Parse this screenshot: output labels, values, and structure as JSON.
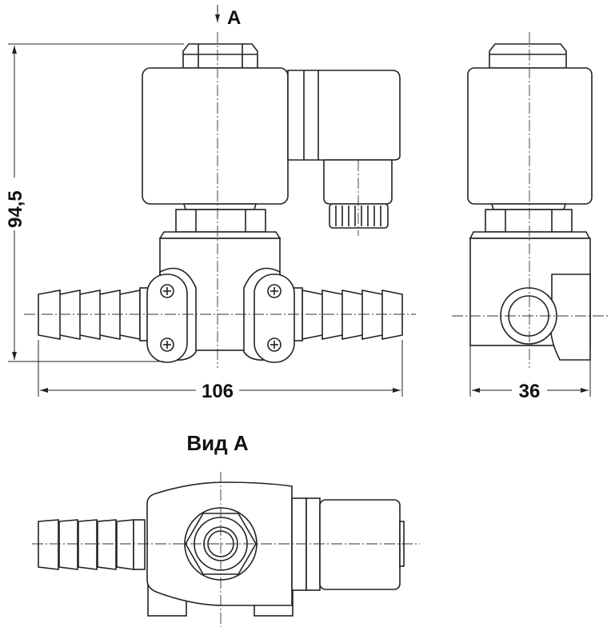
{
  "view_marker": "A",
  "dimensions": {
    "height": "94,5",
    "length": "106",
    "width": "36"
  },
  "view_title": "Вид А",
  "colors": {
    "line": "#222222",
    "background": "#ffffff"
  }
}
